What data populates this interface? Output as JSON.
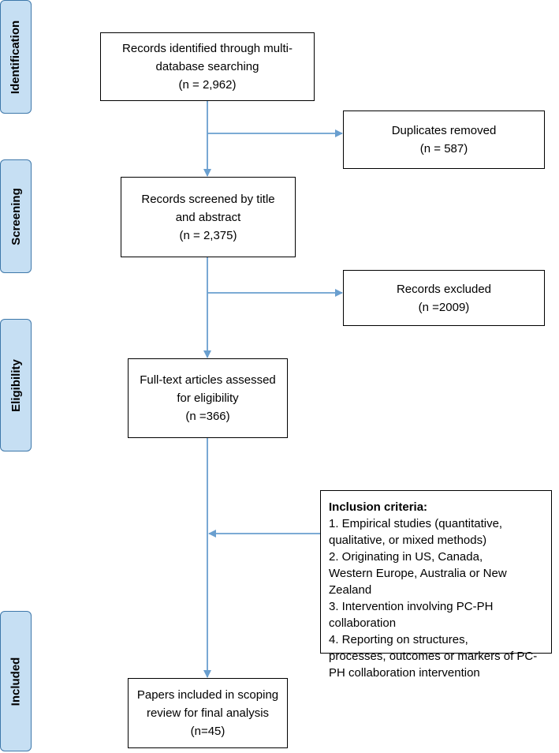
{
  "phases": {
    "identification": "Identification",
    "screening": "Screening",
    "eligibility": "Eligibility",
    "included": "Included"
  },
  "boxes": {
    "identified": [
      "Records identified through multi-",
      "database searching",
      "(n = 2,962)"
    ],
    "duplicates": [
      "Duplicates removed",
      "(n = 587)"
    ],
    "screened": [
      "Records screened by title",
      "and abstract",
      "(n = 2,375)"
    ],
    "excluded": [
      "Records excluded",
      "(n =2009)"
    ],
    "fulltext": [
      "Full-text articles assessed",
      "for eligibility",
      "(n =366)"
    ],
    "included": [
      "Papers included in scoping",
      "review for final analysis",
      "(n=45)"
    ]
  },
  "criteria": {
    "title": "Inclusion criteria:",
    "items": [
      "1.    Empirical studies (quantitative,",
      "qualitative, or mixed methods)",
      "2.    Originating in US, Canada,",
      "Western Europe, Australia or New",
      "Zealand",
      "3.    Intervention involving PC-PH",
      "collaboration",
      "4.    Reporting on structures,",
      "processes, outcomes or markers of PC-",
      "PH collaboration intervention"
    ]
  },
  "colors": {
    "phase_fill": "#c6dff3",
    "phase_border": "#3e78aa",
    "arrow": "#6a9fcf"
  }
}
